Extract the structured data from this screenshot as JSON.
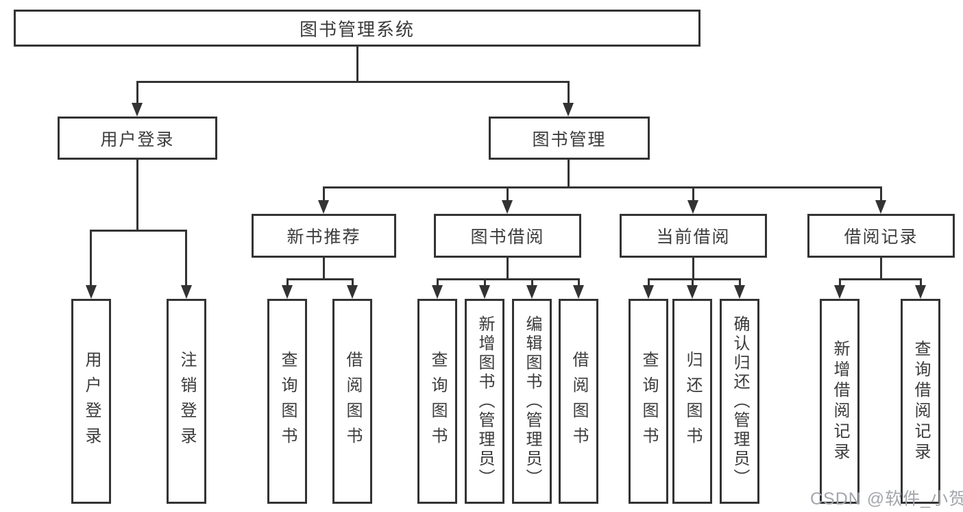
{
  "diagram": {
    "root": {
      "label": "图书管理系统"
    },
    "branches": [
      {
        "label": "用户登录",
        "children": [
          {
            "label": "用户登录"
          },
          {
            "label": "注销登录"
          }
        ]
      },
      {
        "label": "图书管理",
        "children": [
          {
            "label": "新书推荐",
            "children": [
              {
                "label": "查询图书"
              },
              {
                "label": "借阅图书"
              }
            ]
          },
          {
            "label": "图书借阅",
            "children": [
              {
                "label": "查询图书"
              },
              {
                "label": "新增图书（管理员）"
              },
              {
                "label": "编辑图书（管理员）"
              },
              {
                "label": "借阅图书"
              }
            ]
          },
          {
            "label": "当前借阅",
            "children": [
              {
                "label": "查询图书"
              },
              {
                "label": "归还图书"
              },
              {
                "label": "确认归还（管理员）"
              }
            ]
          },
          {
            "label": "借阅记录",
            "children": [
              {
                "label": "新增借阅记录"
              },
              {
                "label": "查询借阅记录"
              }
            ]
          }
        ]
      }
    ]
  },
  "watermark": {
    "text": "CSDN @软件_小贺同学"
  },
  "colors": {
    "line": "#333333",
    "text": "#3b3b3b",
    "watermark": "#a3a6ab",
    "background": "#ffffff"
  }
}
